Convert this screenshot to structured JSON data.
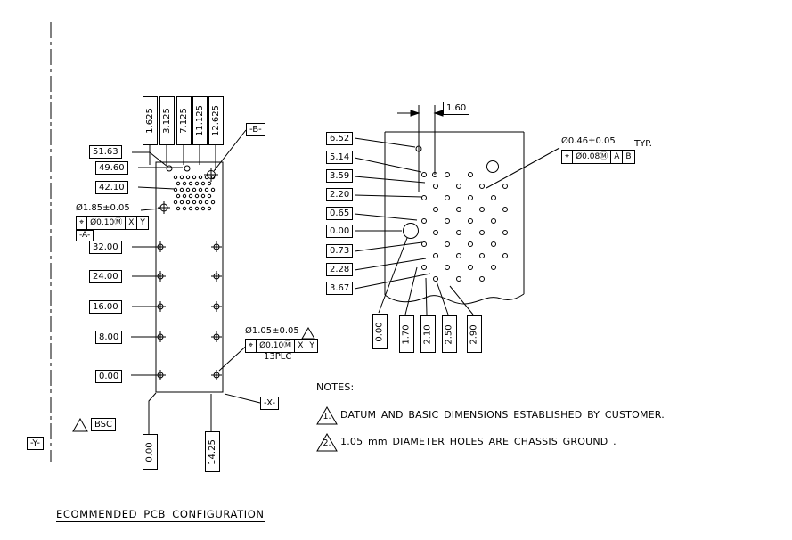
{
  "title": "ECOMMENDED PCB CONFIGURATION",
  "left_view": {
    "top_labels": [
      "1.625",
      "3.125",
      "7.125",
      "11.125",
      "12.625"
    ],
    "datum_b": "-B-",
    "upper_labels": [
      "51.63",
      "49.60",
      "42.10"
    ],
    "hole_a": {
      "dia": "Ø1.85±0.05",
      "fcf": {
        "sym": "⌖",
        "tol": "Ø0.10Ⓜ",
        "d1": "X",
        "d2": "Y"
      },
      "datum": "-A-"
    },
    "row_labels": [
      "32.00",
      "24.00",
      "16.00",
      "8.00",
      "0.00"
    ],
    "hole_13": {
      "dia": "Ø1.05±0.05",
      "fcf": {
        "sym": "⌖",
        "tol": "Ø0.10Ⓜ",
        "d1": "X",
        "d2": "Y"
      },
      "plc": "13PLC"
    },
    "datum_x": "-X-",
    "datum_y": "-Y-",
    "bsc": "BSC",
    "bottom_labels": [
      "0.00",
      "14.25"
    ]
  },
  "right_view": {
    "top_dim": "1.60",
    "left_labels": [
      "6.52",
      "5.14",
      "3.59",
      "2.20",
      "0.65",
      "0.00",
      "0.73",
      "2.28",
      "3.67"
    ],
    "bottom_labels": [
      "0.00",
      "1.70",
      "2.10",
      "2.50",
      "2.90"
    ],
    "hole_typ": {
      "dia": "Ø0.46±0.05",
      "typ": "TYP.",
      "fcf": {
        "sym": "⌖",
        "tol": "Ø0.08Ⓜ",
        "d1": "A",
        "d2": "B"
      }
    }
  },
  "notes": {
    "header": "NOTES:",
    "items": [
      {
        "num": "1.",
        "text": "DATUM AND BASIC DIMENSIONS ESTABLISHED BY CUSTOMER."
      },
      {
        "num": "2.",
        "text": "1.05 mm DIAMETER HOLES ARE CHASSIS GROUND ."
      }
    ]
  }
}
